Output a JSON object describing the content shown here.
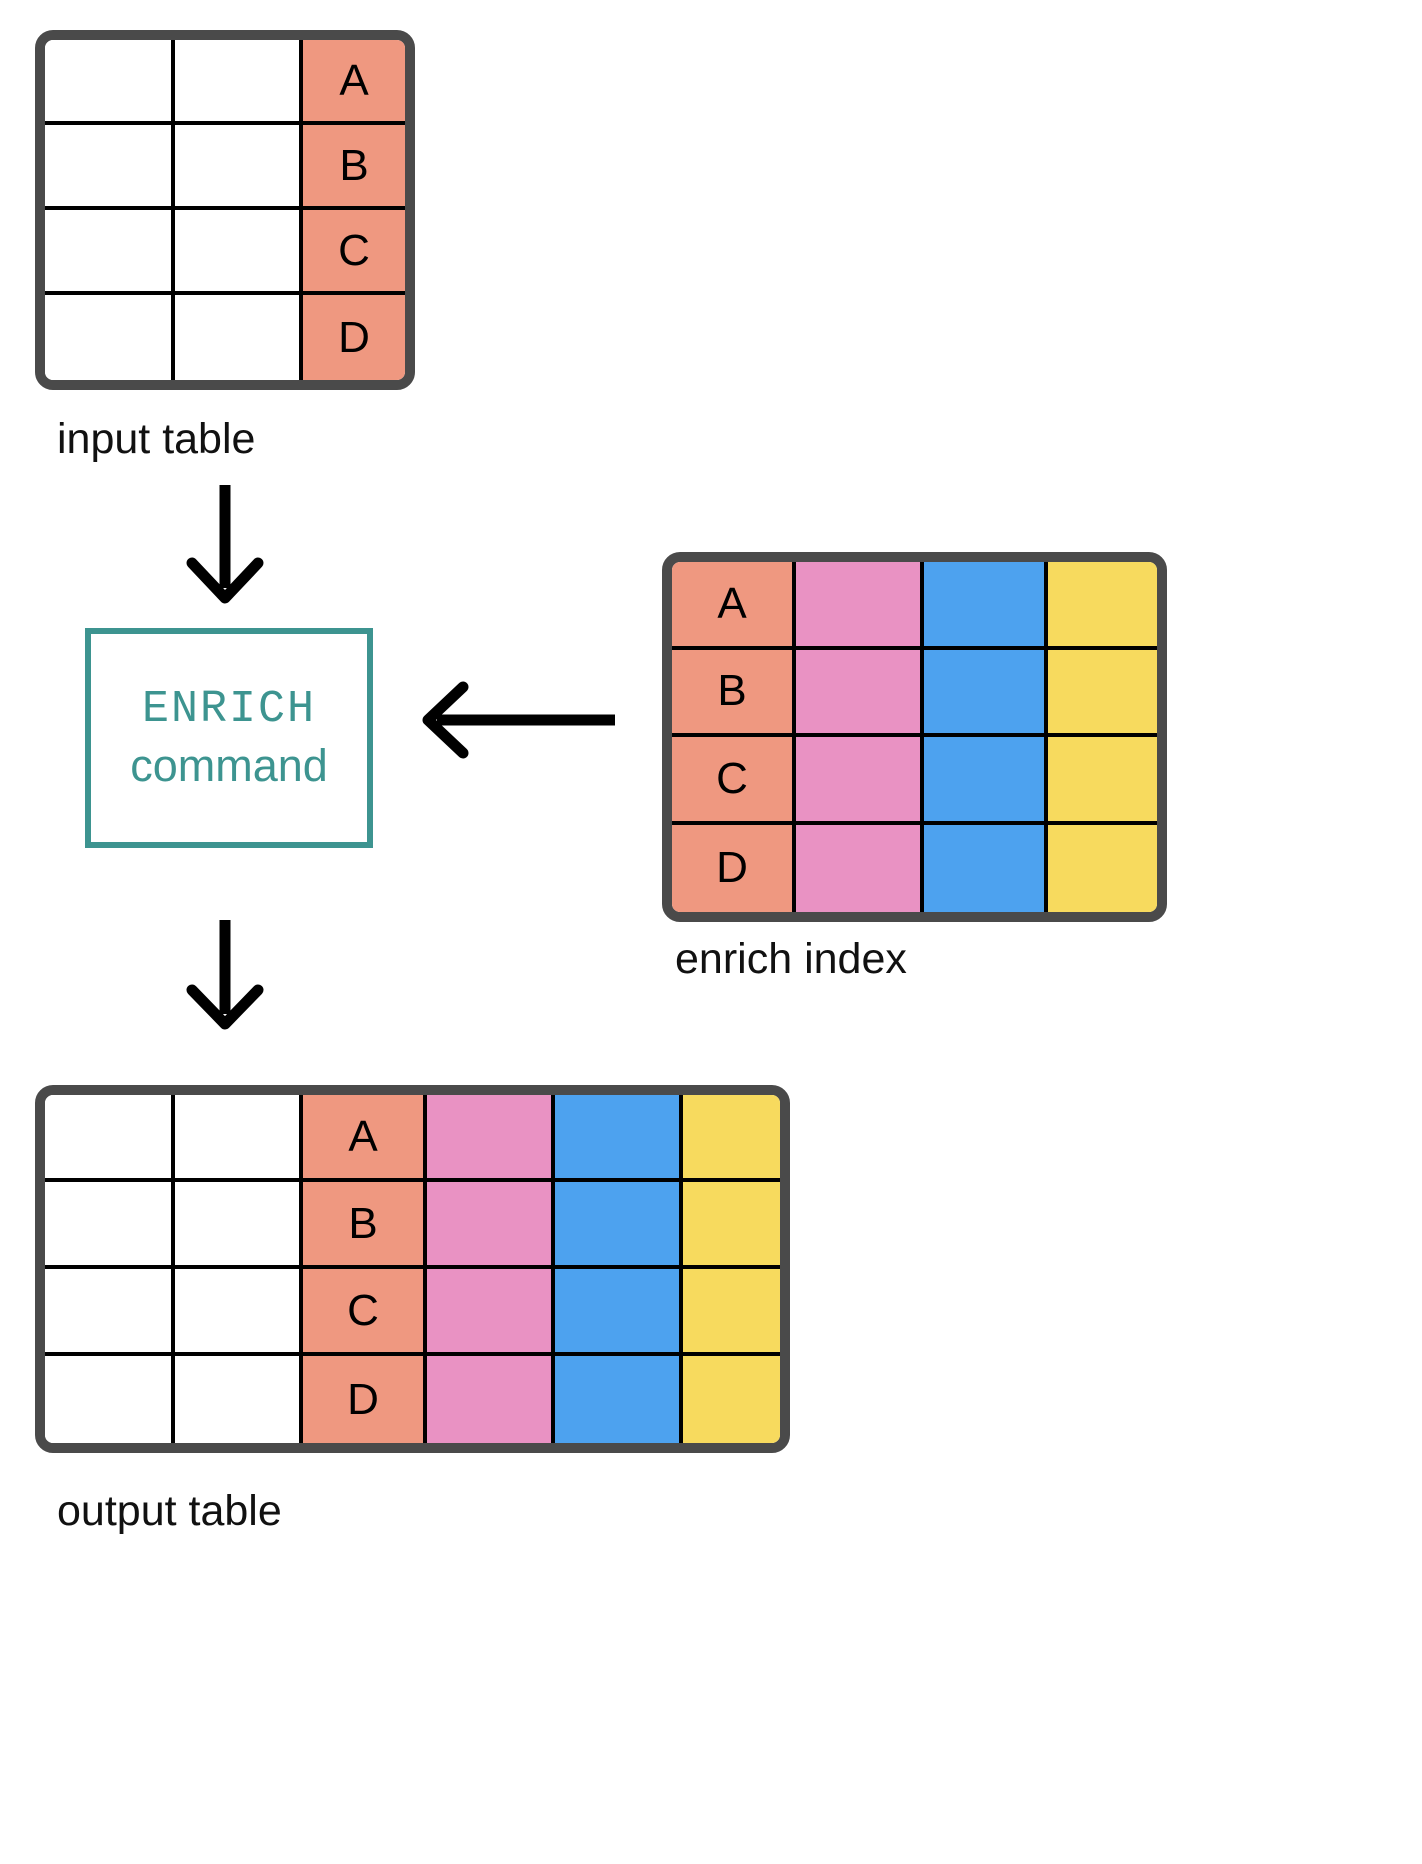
{
  "diagram": {
    "title_alt": "ENRICH command data flow",
    "colors": {
      "frame": "#4a4a4a",
      "grid": "#000000",
      "salmon": "#ef9880",
      "pink": "#e992c3",
      "blue": "#4da2ef",
      "yellow": "#f7da5e",
      "teal": "#3d9490",
      "arrow": "#000000",
      "background": "#ffffff"
    },
    "captions": {
      "input": "input table",
      "enrich_index": "enrich index",
      "output": "output table"
    },
    "command_box": {
      "line1": "ENRICH",
      "line2": "command"
    },
    "arrows": [
      {
        "name": "input-to-command",
        "direction": "down"
      },
      {
        "name": "command-to-output",
        "direction": "down"
      },
      {
        "name": "index-to-command",
        "direction": "left"
      }
    ],
    "input_table": {
      "columns": [
        {
          "key": "col1",
          "color": "white",
          "label": ""
        },
        {
          "key": "col2",
          "color": "white",
          "label": ""
        },
        {
          "key": "key",
          "color": "salmon",
          "label": ""
        }
      ],
      "rows": [
        {
          "col1": "",
          "col2": "",
          "key": "A"
        },
        {
          "col1": "",
          "col2": "",
          "key": "B"
        },
        {
          "col1": "",
          "col2": "",
          "key": "C"
        },
        {
          "col1": "",
          "col2": "",
          "key": "D"
        }
      ]
    },
    "enrich_index_table": {
      "columns": [
        {
          "key": "key",
          "color": "salmon",
          "label": ""
        },
        {
          "key": "f1",
          "color": "pink",
          "label": ""
        },
        {
          "key": "f2",
          "color": "blue",
          "label": ""
        },
        {
          "key": "f3",
          "color": "yellow",
          "label": ""
        }
      ],
      "rows": [
        {
          "key": "A",
          "f1": "",
          "f2": "",
          "f3": ""
        },
        {
          "key": "B",
          "f1": "",
          "f2": "",
          "f3": ""
        },
        {
          "key": "C",
          "f1": "",
          "f2": "",
          "f3": ""
        },
        {
          "key": "D",
          "f1": "",
          "f2": "",
          "f3": ""
        }
      ]
    },
    "output_table": {
      "columns": [
        {
          "key": "col1",
          "color": "white",
          "label": ""
        },
        {
          "key": "col2",
          "color": "white",
          "label": ""
        },
        {
          "key": "key",
          "color": "salmon",
          "label": ""
        },
        {
          "key": "f1",
          "color": "pink",
          "label": ""
        },
        {
          "key": "f2",
          "color": "blue",
          "label": ""
        },
        {
          "key": "f3",
          "color": "yellow",
          "label": ""
        }
      ],
      "rows": [
        {
          "col1": "",
          "col2": "",
          "key": "A",
          "f1": "",
          "f2": "",
          "f3": ""
        },
        {
          "col1": "",
          "col2": "",
          "key": "B",
          "f1": "",
          "f2": "",
          "f3": ""
        },
        {
          "col1": "",
          "col2": "",
          "key": "C",
          "f1": "",
          "f2": "",
          "f3": ""
        },
        {
          "col1": "",
          "col2": "",
          "key": "D",
          "f1": "",
          "f2": "",
          "f3": ""
        }
      ]
    }
  }
}
